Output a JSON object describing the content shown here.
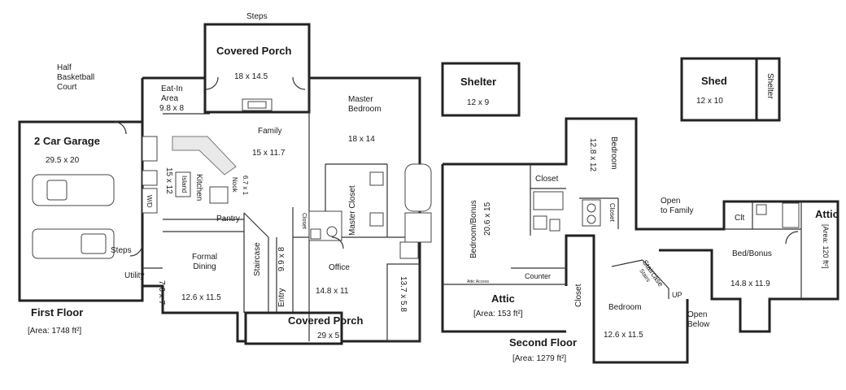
{
  "first_floor": {
    "title": "First Floor",
    "area": "[Area: 1748 ft²]",
    "rooms": {
      "steps_top": "Steps",
      "covered_porch_top": "Covered Porch",
      "covered_porch_top_dim": "18 x 14.5",
      "half_court": "Half\nBasketball\nCourt",
      "eat_in": "Eat-In\nArea",
      "eat_in_dim": "9.8 x 8",
      "family": "Family",
      "family_dim": "15 x 11.7",
      "master_bedroom": "Master\nBedroom",
      "master_bedroom_dim": "18 x 14",
      "garage": "2 Car Garage",
      "garage_dim": "29.5 x 20",
      "kitchen": "Kitchen",
      "kitchen_dim": "15 x 12",
      "island": "Island",
      "nook": "Nook",
      "nook_dim": "6.7 x 1",
      "pantry": "Pantry",
      "w_d": "W/D",
      "steps_garage": "Steps",
      "formal_dining": "Formal\nDining",
      "formal_dining_dim": "12.6 x 11.5",
      "staircase": "Staircase",
      "utility": "Utility",
      "utility_dim": "7.6 x 7",
      "closet": "Closet",
      "master_closet": "Master Closet",
      "office": "Office",
      "office_dim": "14.8 x 11",
      "entry": "Entry",
      "entry_dim": "9.9 x 8",
      "porch_side_dim": "13.7 x 5.8",
      "covered_porch_bottom": "Covered Porch",
      "covered_porch_bottom_dim": "29 x 5"
    }
  },
  "outbuildings": {
    "shelter": "Shelter",
    "shelter_dim": "12 x 9",
    "shed": "Shed",
    "shed_dim": "12 x 10",
    "shelter_side": "Shelter"
  },
  "second_floor": {
    "title": "Second Floor",
    "area": "[Area: 1279 ft²]",
    "rooms": {
      "closet_top": "Closet",
      "bedroom_top": "Bedroom",
      "bedroom_top_dim": "12.8 x 12",
      "bedroom_bonus": "Bedroom/Bonus",
      "bedroom_bonus_dim": "20.6 x 15",
      "closet_mid": "Closet",
      "open_to_family": "Open\nto Family",
      "clt": "Clt",
      "attic_right": "Attic",
      "attic_right_area": "[Area: 120 ft²]",
      "bed_bonus": "Bed/Bonus",
      "bed_bonus_dim": "14.8 x 11.9",
      "attic_access": "Attic Access",
      "counter": "Counter",
      "attic_left": "Attic",
      "attic_left_area": "[Area: 153 ft²]",
      "closet_low": "Closet",
      "staircase": "Staircase",
      "stairs": "Stairs",
      "up": "UP",
      "open_below": "Open\nBelow",
      "bedroom_low": "Bedroom",
      "bedroom_low_dim": "12.6 x 11.5"
    }
  }
}
